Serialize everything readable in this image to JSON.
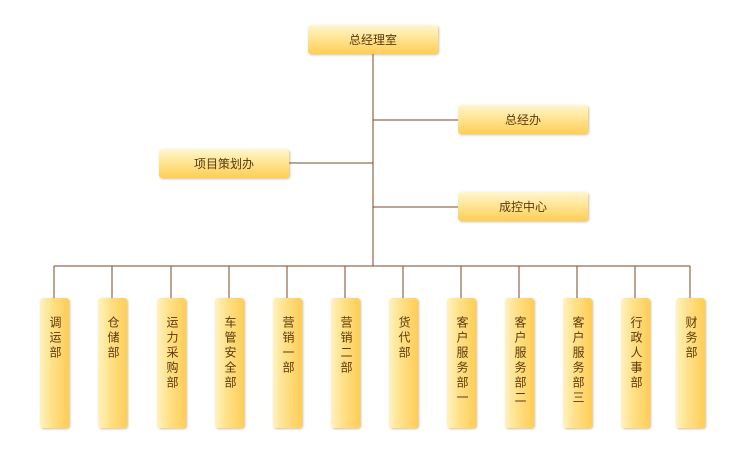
{
  "top": {
    "label": "总经理室"
  },
  "side_units": [
    {
      "id": "general-manager",
      "label": "总经办"
    },
    {
      "id": "project-planning",
      "label": "项目策划办"
    },
    {
      "id": "cost-control",
      "label": "成控中心"
    }
  ],
  "departments": [
    {
      "label": "调运部"
    },
    {
      "label": "仓储部"
    },
    {
      "label": "运力采购部"
    },
    {
      "label": "车管安全部"
    },
    {
      "label": "营销一部"
    },
    {
      "label": "营销二部"
    },
    {
      "label": "货代部"
    },
    {
      "label": "客户服务部一"
    },
    {
      "label": "客户服务部二"
    },
    {
      "label": "客户服务部三"
    },
    {
      "label": "行政人事部"
    },
    {
      "label": "财务部"
    }
  ],
  "colors": {
    "line": "#7a4a2a",
    "box_top": "#fff7d0",
    "box_bottom": "#ffce55",
    "text": "#5a3a0a"
  }
}
